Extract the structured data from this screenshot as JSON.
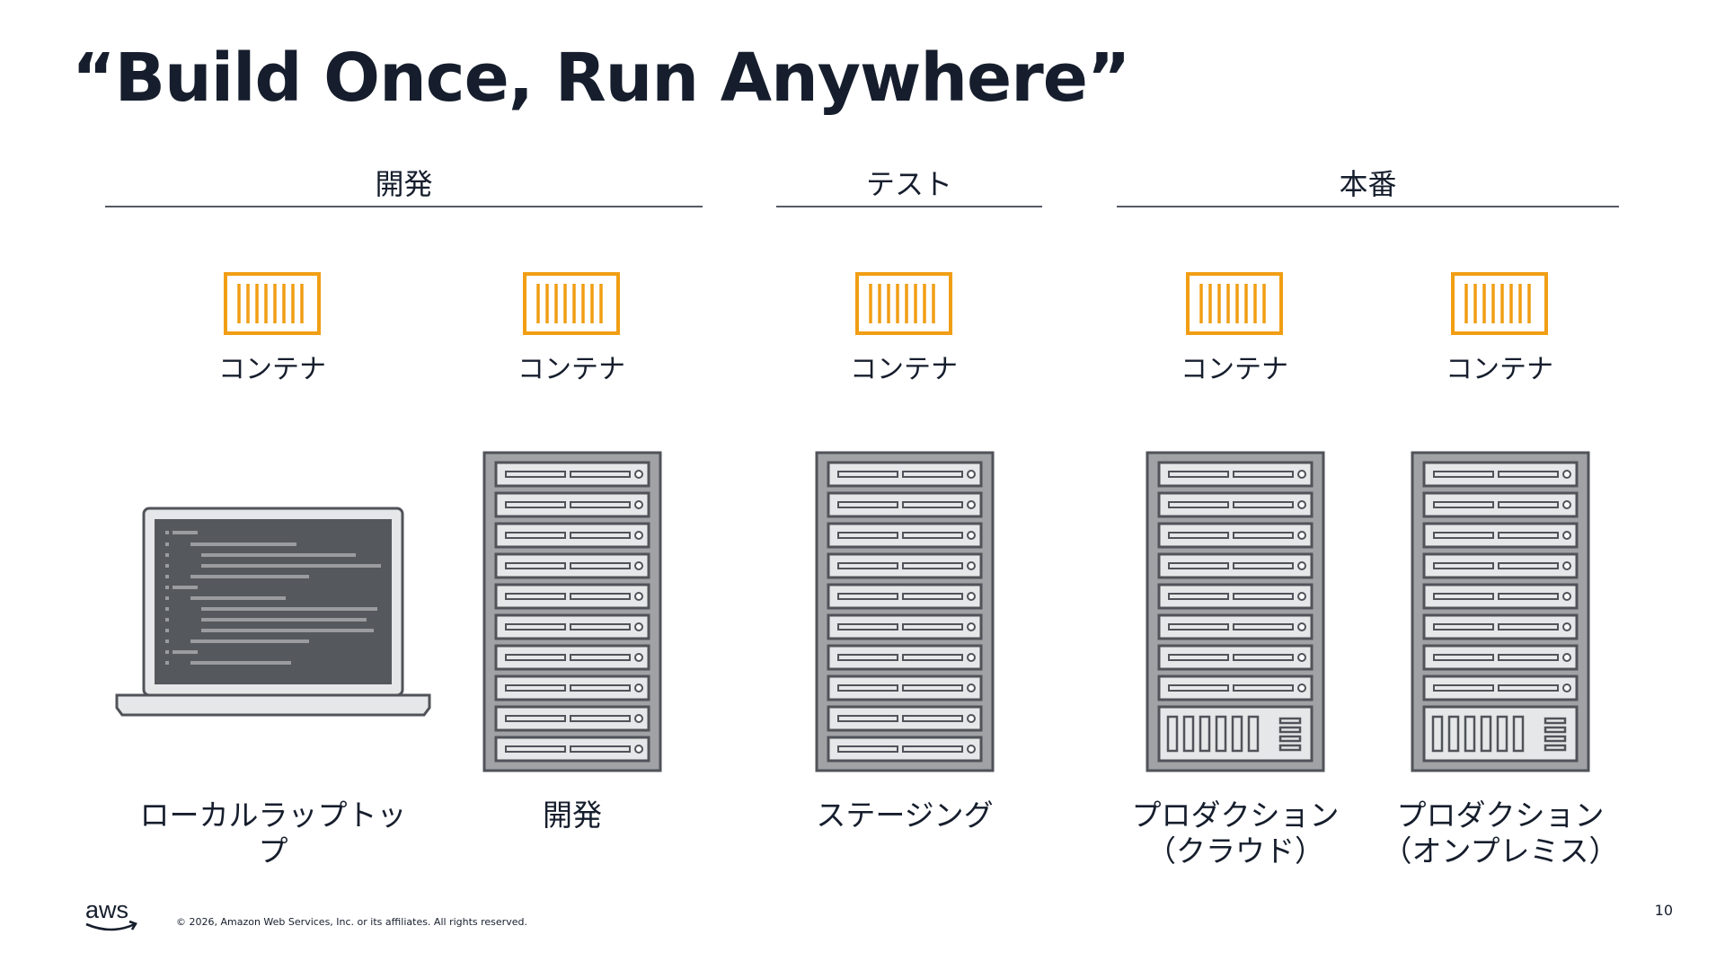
{
  "slide": {
    "title": "“Build Once, Run Anywhere”",
    "sections": [
      {
        "label": "開発"
      },
      {
        "label": "テスト"
      },
      {
        "label": "本番"
      }
    ],
    "container_label": "コンテナ",
    "devices": [
      {
        "label": "ローカルラップトップ",
        "icon": "laptop-icon"
      },
      {
        "label": "開発",
        "icon": "server-rack-icon"
      },
      {
        "label": "ステージング",
        "icon": "server-rack-icon"
      },
      {
        "label": "プロダクション\n（クラウド）",
        "icon": "server-rack-storage-icon"
      },
      {
        "label": "プロダクション\n（オンプレミス）",
        "icon": "server-rack-storage-icon"
      }
    ],
    "colors": {
      "accent": "#f19e14",
      "title": "#161e2d",
      "server_gray": "#a0a2a5",
      "server_dark": "#505359"
    }
  },
  "footer": {
    "copyright": "© 2026, Amazon Web Services, Inc. or its affiliates. All rights reserved.",
    "page_number": "10",
    "logo_text": "aws"
  }
}
